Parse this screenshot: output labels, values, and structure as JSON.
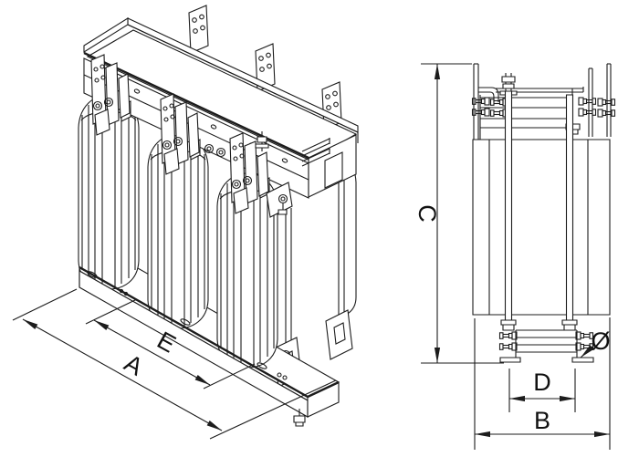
{
  "drawing": {
    "background": "#ffffff",
    "line_color": "#1c1c1c",
    "dims": {
      "a": "A",
      "e": "E",
      "b": "B",
      "c": "C",
      "d": "D",
      "diameter": "Ø"
    }
  }
}
